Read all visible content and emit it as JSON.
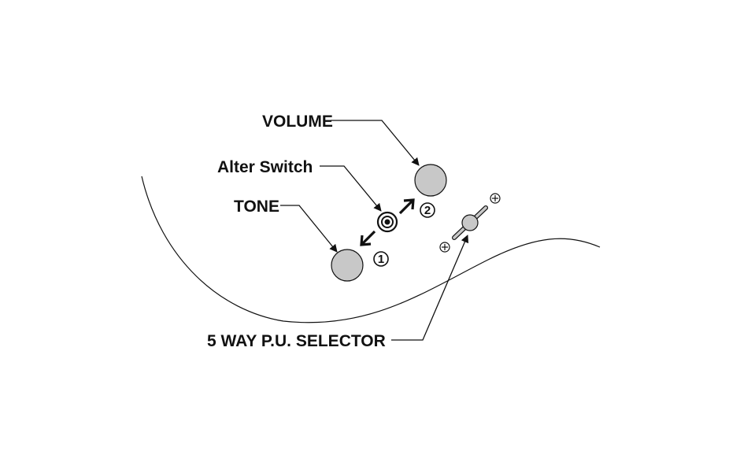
{
  "labels": {
    "volume": "VOLUME",
    "alter_switch": "Alter Switch",
    "tone": "TONE",
    "selector": "5 WAY P.U. SELECTOR"
  },
  "markers": {
    "position_1": "1",
    "position_2": "2"
  },
  "colors": {
    "knob_fill": "#c8c8c8",
    "outline": "#111111",
    "background": "#ffffff"
  }
}
